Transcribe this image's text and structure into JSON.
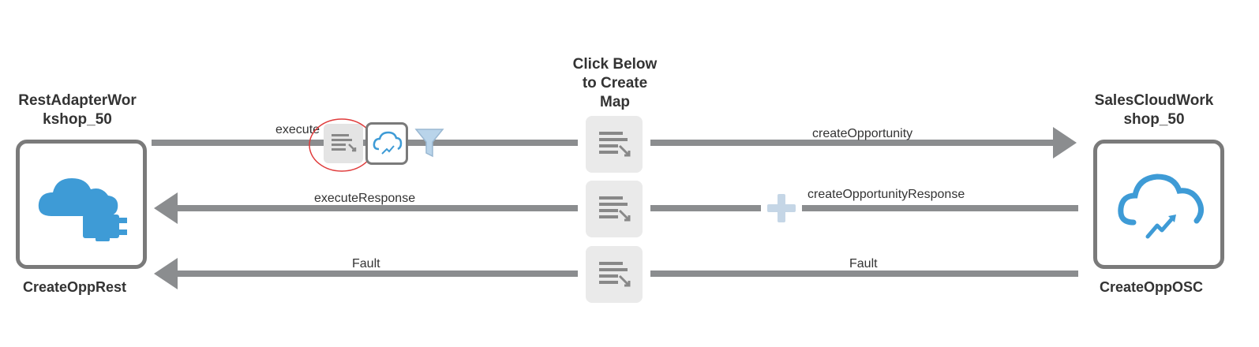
{
  "header": {
    "center_title": "Click Below\nto Create\nMap"
  },
  "source": {
    "title": "RestAdapterWor\nkshop_50",
    "label": "CreateOppRest",
    "icon": "rest-cloud-plug-icon"
  },
  "target": {
    "title": "SalesCloudWork\nshop_50",
    "label": "CreateOppOSC",
    "icon": "sales-cloud-icon"
  },
  "flows": {
    "request": {
      "left_label": "execute",
      "right_label": "createOpportunity"
    },
    "response": {
      "left_label": "executeResponse",
      "right_label": "createOpportunityResponse"
    },
    "fault": {
      "left_label": "Fault",
      "right_label": "Fault"
    }
  },
  "icons": {
    "map": "mapper-icon",
    "filter": "filter-icon",
    "add": "plus-icon",
    "enrich": "cloud-enrich-icon"
  },
  "colors": {
    "line": "#8b8d8f",
    "box_border": "#7a7a7a",
    "cloud_blue": "#3e9bd6",
    "highlight_circle": "#e03b3b",
    "plus": "#c5d6e6"
  }
}
